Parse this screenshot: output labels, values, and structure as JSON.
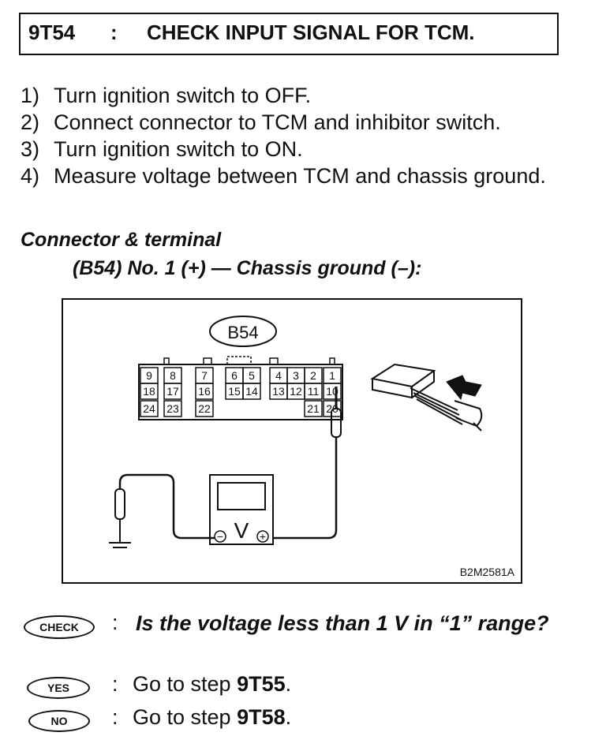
{
  "header": {
    "code": "9T54",
    "separator": ":",
    "title": "CHECK INPUT SIGNAL FOR TCM."
  },
  "steps": [
    {
      "num": "1)",
      "text": "Turn ignition switch to OFF."
    },
    {
      "num": "2)",
      "text": "Connect connector to TCM and inhibitor switch."
    },
    {
      "num": "3)",
      "text": "Turn ignition switch to ON."
    },
    {
      "num": "4)",
      "text": "Measure voltage between TCM and chassis ground."
    }
  ],
  "connector_heading": "Connector & terminal",
  "connector_spec": "(B54) No. 1 (+) — Chassis ground (–):",
  "figure": {
    "connector_label": "B54",
    "pins_row1": [
      "9",
      "8",
      "7",
      "6",
      "5",
      "4",
      "3",
      "2",
      "1"
    ],
    "pins_row2": [
      "18",
      "17",
      "16",
      "15",
      "14",
      "13",
      "12",
      "11",
      "10"
    ],
    "pins_row3": [
      "24",
      "23",
      "22",
      "21",
      "20"
    ],
    "meter_symbol": "V",
    "neg_symbol": "−",
    "pos_symbol": "+",
    "figure_id": "B2M2581A"
  },
  "check": {
    "badge": "CHECK",
    "colon": ":",
    "question": "Is the voltage less than 1 V in “1” range?"
  },
  "yes": {
    "badge": "YES",
    "colon": ":",
    "text": "Go to step",
    "target": "9T55",
    "end": "."
  },
  "no": {
    "badge": "NO",
    "colon": ":",
    "text": "Go to step",
    "target": "9T58",
    "end": "."
  }
}
